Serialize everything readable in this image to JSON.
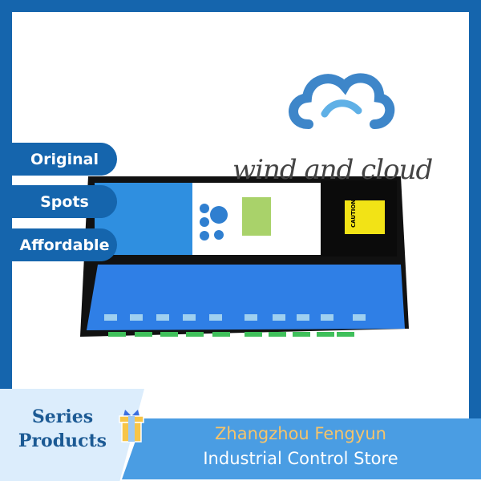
{
  "badges": [
    "Original",
    "Spots",
    "Affordable"
  ],
  "watermark": "wind and cloud",
  "device": {
    "caution_label": "CAUTION"
  },
  "footer": {
    "series_line1": "Series",
    "series_line2": "Products",
    "store_line1": "Zhangzhou Fengyun",
    "store_line2": "Industrial Control Store"
  },
  "colors": {
    "frame": "#1565ad",
    "banner": "#4a9de3",
    "accent_text": "#f6c46a",
    "panel": "#dcedfc"
  }
}
